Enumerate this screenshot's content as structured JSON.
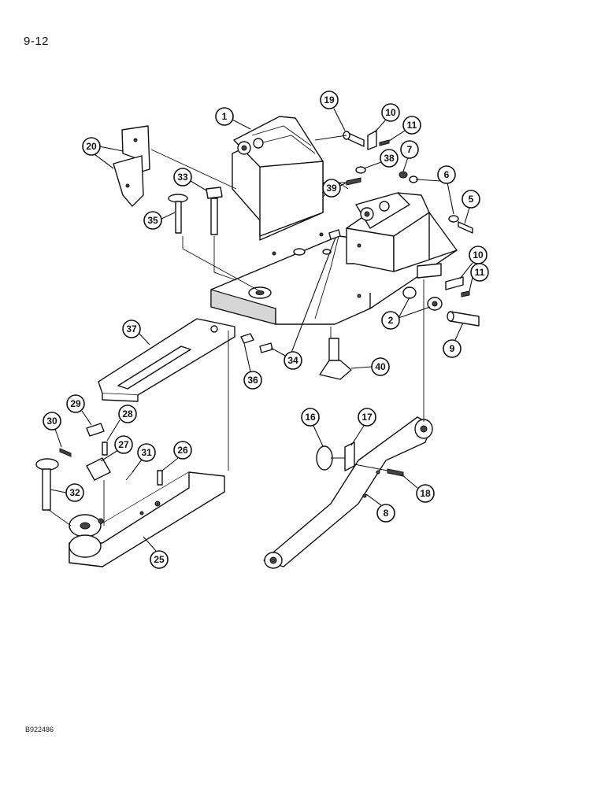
{
  "page_number": "9-12",
  "reference_code": "B922486",
  "callouts": [
    "1",
    "2",
    "5",
    "6",
    "7",
    "8",
    "9",
    "10",
    "10",
    "11",
    "11",
    "16",
    "17",
    "18",
    "19",
    "20",
    "25",
    "26",
    "27",
    "28",
    "29",
    "30",
    "31",
    "32",
    "33",
    "34",
    "35",
    "36",
    "37",
    "38",
    "39",
    "40"
  ]
}
